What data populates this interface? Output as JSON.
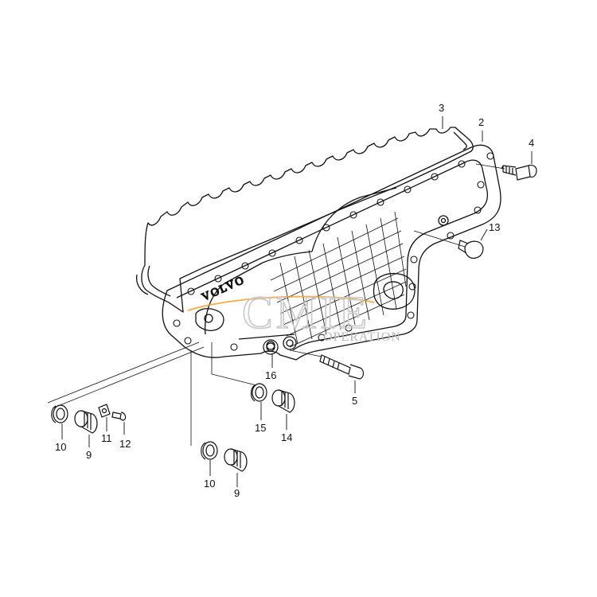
{
  "diagram": {
    "emboss_text": "VOLVO",
    "watermark": {
      "main": "CMIE",
      "sub": "OPERATION"
    },
    "callouts": [
      {
        "id": "c3",
        "label": "3"
      },
      {
        "id": "c2",
        "label": "2"
      },
      {
        "id": "c4",
        "label": "4"
      },
      {
        "id": "c13",
        "label": "13"
      },
      {
        "id": "c16",
        "label": "16"
      },
      {
        "id": "c5",
        "label": "5"
      },
      {
        "id": "c15",
        "label": "15"
      },
      {
        "id": "c14",
        "label": "14"
      },
      {
        "id": "c10a",
        "label": "10"
      },
      {
        "id": "c9a",
        "label": "9"
      },
      {
        "id": "c11",
        "label": "11"
      },
      {
        "id": "c12",
        "label": "12"
      },
      {
        "id": "c10b",
        "label": "10"
      },
      {
        "id": "c9b",
        "label": "9"
      }
    ],
    "colors": {
      "line": "#111111",
      "watermark_arc": "#f0a030",
      "watermark_text": "#c0c0c0"
    }
  }
}
